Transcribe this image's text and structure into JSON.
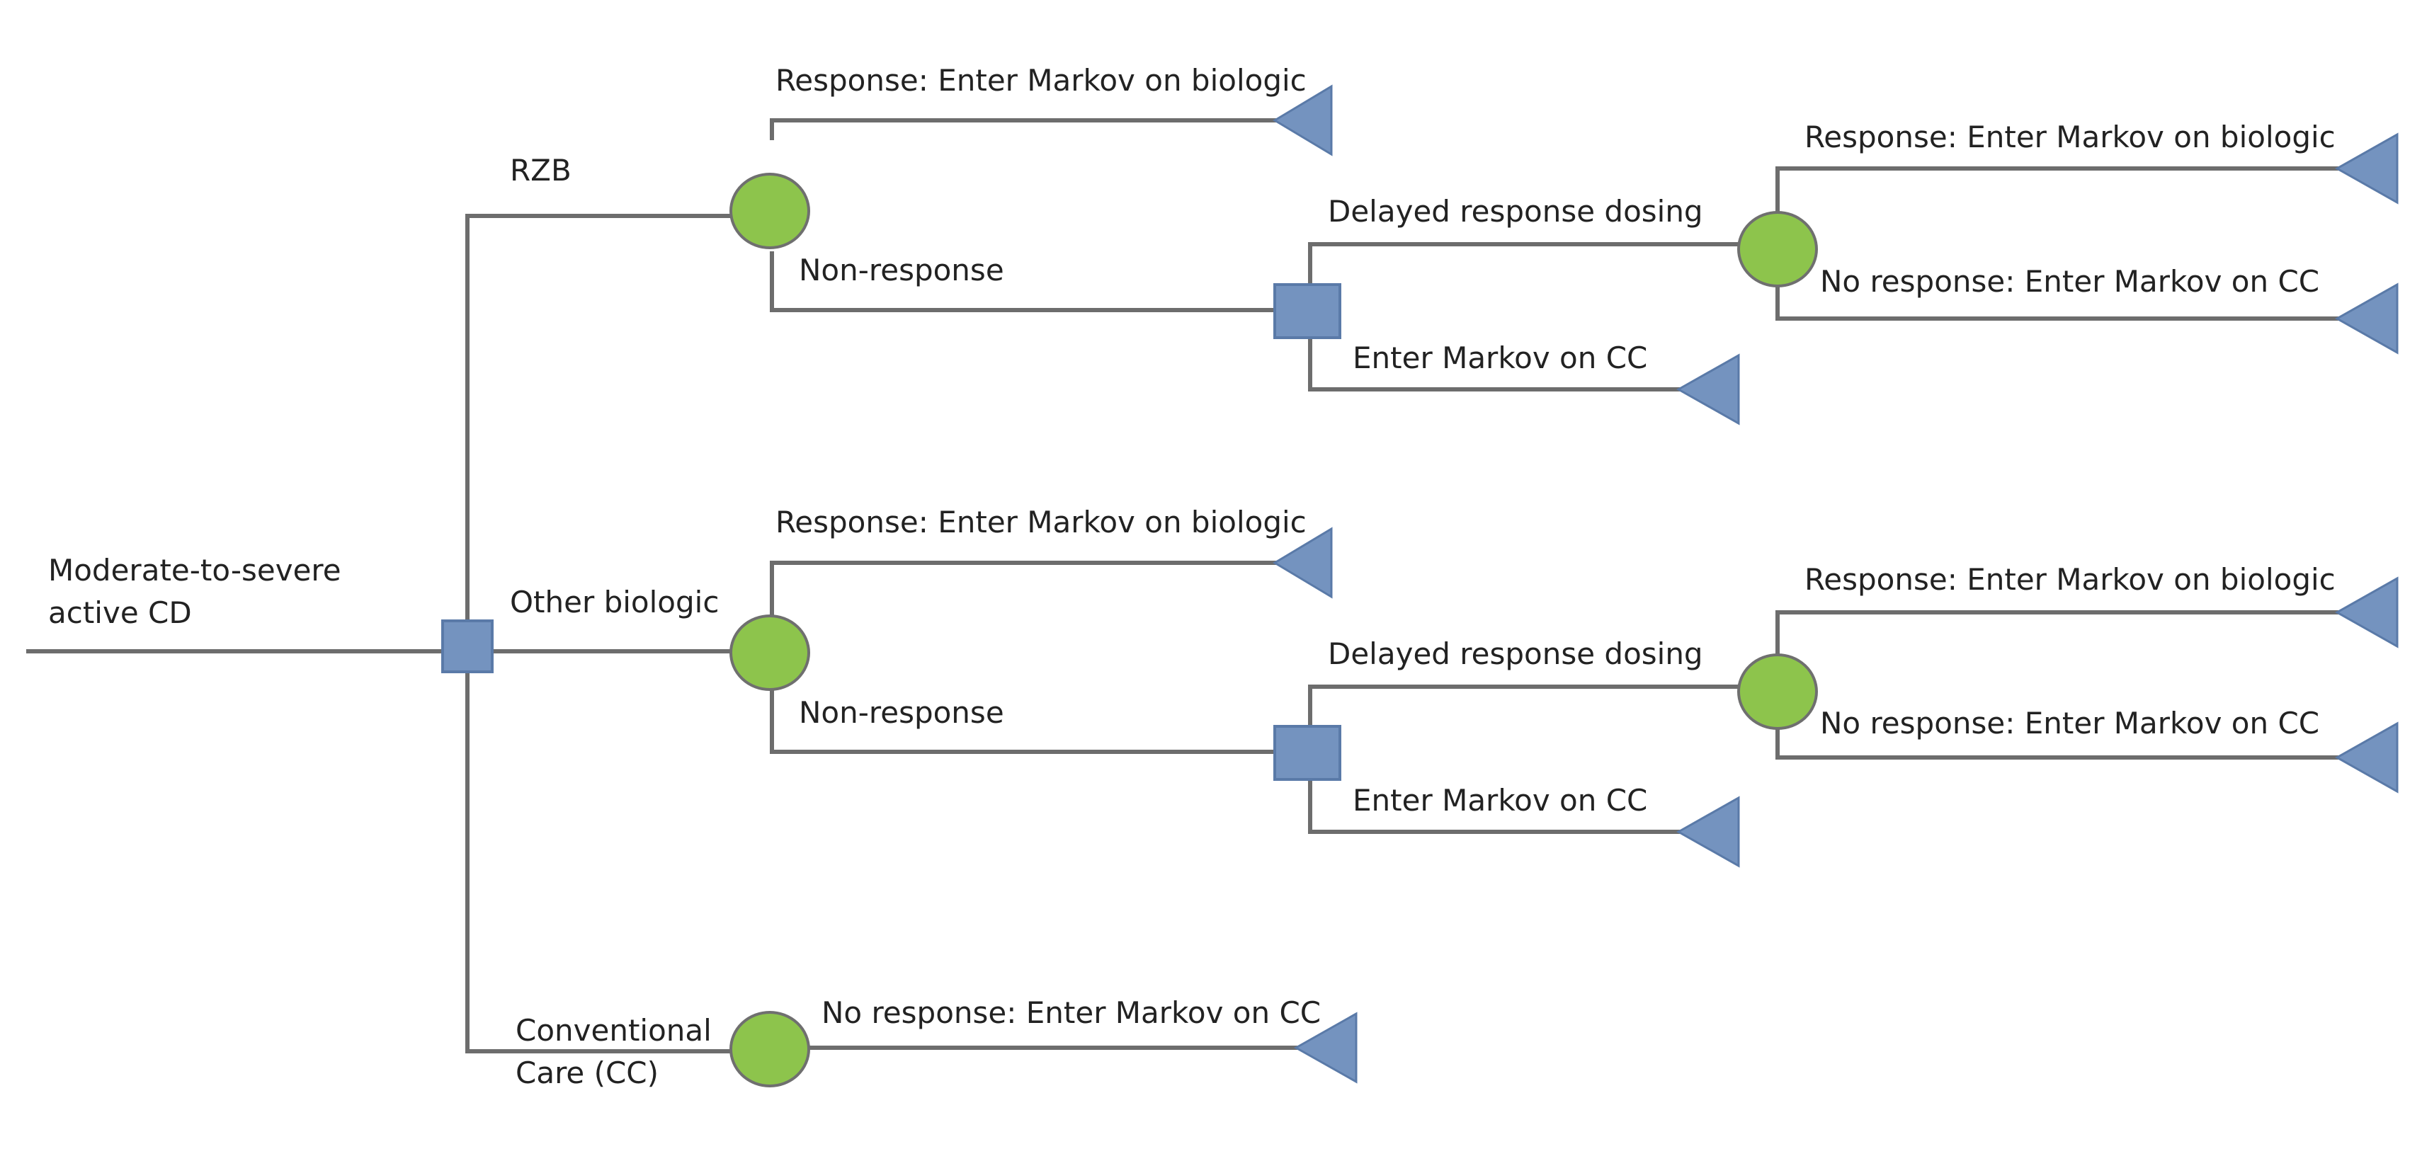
{
  "colors": {
    "line": "#6d6d6d",
    "text": "#222222",
    "decision_fill": "#7493bf",
    "decision_stroke": "#5a7aa8",
    "chance_fill": "#8dc44c",
    "chance_stroke": "#6f6f6f",
    "terminal_fill": "#7493bf",
    "terminal_stroke": "#5a7aa8"
  },
  "root": {
    "label_line1": "Moderate-to-severe",
    "label_line2": "active CD"
  },
  "rzb_arm": {
    "label": "RZB",
    "response": "Response: Enter Markov on biologic",
    "non_response": "Non-response",
    "delayed_dosing": "Delayed response dosing",
    "delayed_response": "Response: Enter Markov on biologic",
    "delayed_no_response": "No response: Enter Markov on CC",
    "enter_cc": "Enter Markov on CC"
  },
  "other_arm": {
    "label": "Other biologic",
    "response": "Response: Enter Markov on biologic",
    "non_response": "Non-response",
    "delayed_dosing": "Delayed response dosing",
    "delayed_response": "Response: Enter Markov on biologic",
    "delayed_no_response": "No response: Enter Markov on CC",
    "enter_cc": "Enter Markov on CC"
  },
  "cc_arm": {
    "label_line1": "Conventional",
    "label_line2": "Care (CC)",
    "no_response": "No response: Enter Markov on CC"
  }
}
